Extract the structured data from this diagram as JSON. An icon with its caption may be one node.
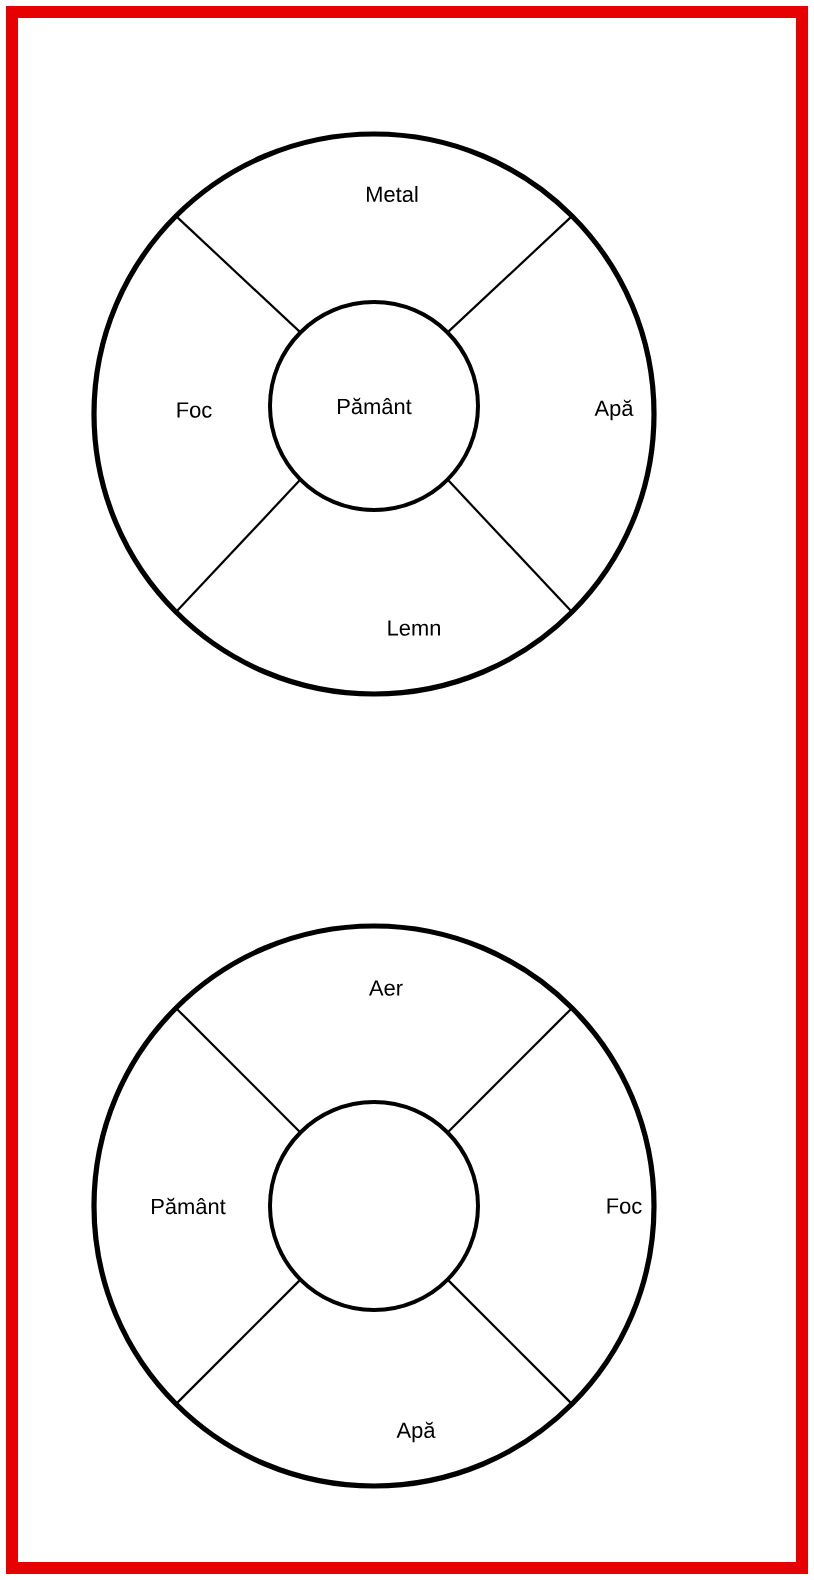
{
  "diagram": {
    "nodes": [
      {
        "text": [],
        "shape": "circle"
      },
      {
        "text": [
          "Metal"
        ],
        "in": 0
      },
      {
        "text": [
          "Foc"
        ],
        "in": 0
      },
      {
        "text": [
          "Pământ"
        ],
        "in": 0
      },
      {
        "text": [
          "Apă"
        ],
        "in": 0
      },
      {
        "text": [
          "Lemn"
        ],
        "in": 0
      },
      {
        "text": [],
        "shape": "circle"
      },
      {
        "text": [
          "Aer"
        ],
        "in": 6
      },
      {
        "text": [
          "Pământ"
        ],
        "in": 6
      },
      {
        "text": [],
        "shape": "circle",
        "in": 6
      },
      {
        "text": [
          "Foc"
        ],
        "in": 6
      },
      {
        "text": [
          "Apă"
        ],
        "in": 6
      }
    ]
  }
}
